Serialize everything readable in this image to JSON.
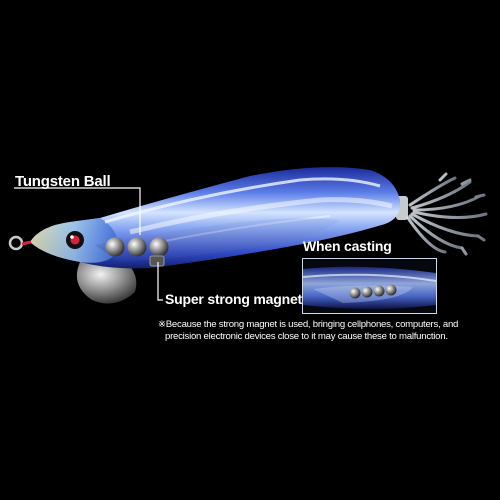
{
  "labels": {
    "tungsten_ball": "Tungsten Ball",
    "super_strong_magnet": "Super strong magnet",
    "when_casting": "When casting"
  },
  "warning": {
    "line1": "※Because the strong magnet is used, bringing cellphones, computers, and",
    "line2": "precision electronic devices close to it may cause these to malfunction."
  },
  "colors": {
    "background": "#000000",
    "body_blue": "#3a63d8",
    "body_highlight": "#cfe1ff",
    "eye_red": "#d9233a",
    "leader_line": "#ffffff"
  }
}
